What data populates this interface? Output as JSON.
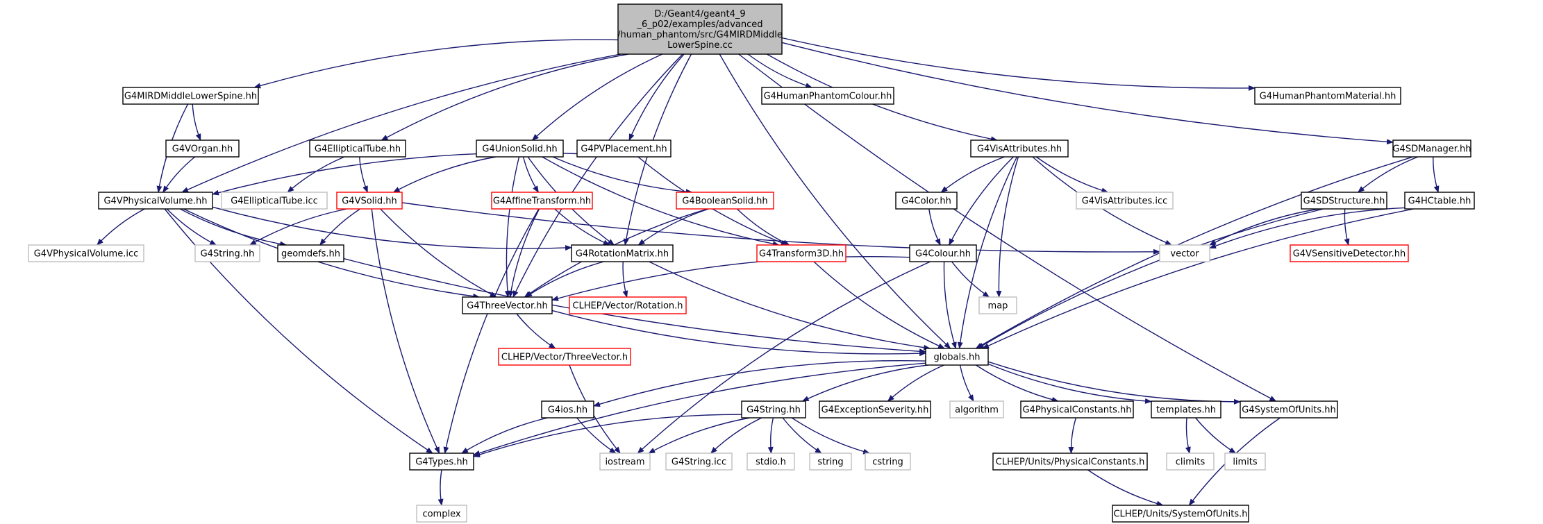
{
  "colors": {
    "background": "#ffffff",
    "edge": "#191970",
    "root_fill": "#bfbfbf",
    "root_border": "#000000",
    "documented_border": "#000000",
    "undocumented_border": "#ff0000",
    "system_border": "#bfbfbf",
    "system_text": "#000000"
  },
  "legend_kinds": [
    "root",
    "documented",
    "undocumented",
    "system"
  ],
  "nodes": [
    {
      "id": "root",
      "kind": "root",
      "lines": [
        "D:/Geant4/geant4_9",
        "_6_p02/examples/advanced",
        "/human_phantom/src/G4MIRDMiddle",
        "LowerSpine.cc"
      ]
    },
    {
      "id": "n_mirdspine",
      "kind": "documented",
      "lines": [
        "G4MIRDMiddleLowerSpine.hh"
      ]
    },
    {
      "id": "n_colour_hp",
      "kind": "documented",
      "lines": [
        "G4HumanPhantomColour.hh"
      ]
    },
    {
      "id": "n_material_hp",
      "kind": "documented",
      "lines": [
        "G4HumanPhantomMaterial.hh"
      ]
    },
    {
      "id": "n_vorgan",
      "kind": "documented",
      "lines": [
        "G4VOrgan.hh"
      ]
    },
    {
      "id": "n_elltube",
      "kind": "documented",
      "lines": [
        "G4EllipticalTube.hh"
      ]
    },
    {
      "id": "n_union",
      "kind": "documented",
      "lines": [
        "G4UnionSolid.hh"
      ]
    },
    {
      "id": "n_pvplace",
      "kind": "documented",
      "lines": [
        "G4PVPlacement.hh"
      ]
    },
    {
      "id": "n_visattr",
      "kind": "documented",
      "lines": [
        "G4VisAttributes.hh"
      ]
    },
    {
      "id": "n_sdmgr",
      "kind": "documented",
      "lines": [
        "G4SDManager.hh"
      ]
    },
    {
      "id": "n_vpv",
      "kind": "documented",
      "lines": [
        "G4VPhysicalVolume.hh"
      ]
    },
    {
      "id": "n_elltube_icc",
      "kind": "system",
      "lines": [
        "G4EllipticalTube.icc"
      ]
    },
    {
      "id": "n_vsolid",
      "kind": "undocumented",
      "lines": [
        "G4VSolid.hh"
      ]
    },
    {
      "id": "n_affine",
      "kind": "undocumented",
      "lines": [
        "G4AffineTransform.hh"
      ]
    },
    {
      "id": "n_boolean",
      "kind": "undocumented",
      "lines": [
        "G4BooleanSolid.hh"
      ]
    },
    {
      "id": "n_color",
      "kind": "documented",
      "lines": [
        "G4Color.hh"
      ]
    },
    {
      "id": "n_visattr_icc",
      "kind": "system",
      "lines": [
        "G4VisAttributes.icc"
      ]
    },
    {
      "id": "n_sdstruct",
      "kind": "documented",
      "lines": [
        "G4SDStructure.hh"
      ]
    },
    {
      "id": "n_hctable",
      "kind": "documented",
      "lines": [
        "G4HCtable.hh"
      ]
    },
    {
      "id": "n_vpv_icc",
      "kind": "system",
      "lines": [
        "G4VPhysicalVolume.icc"
      ]
    },
    {
      "id": "n_g4string",
      "kind": "system",
      "lines": [
        "G4String.hh"
      ]
    },
    {
      "id": "n_geomdefs",
      "kind": "documented",
      "lines": [
        "geomdefs.hh"
      ]
    },
    {
      "id": "n_rotmat",
      "kind": "documented",
      "lines": [
        "G4RotationMatrix.hh"
      ]
    },
    {
      "id": "n_transform3d",
      "kind": "undocumented",
      "lines": [
        "G4Transform3D.hh"
      ]
    },
    {
      "id": "n_colour",
      "kind": "documented",
      "lines": [
        "G4Colour.hh"
      ]
    },
    {
      "id": "n_vector",
      "kind": "system",
      "lines": [
        "vector"
      ]
    },
    {
      "id": "n_vsensdet",
      "kind": "undocumented",
      "lines": [
        "G4VSensitiveDetector.hh"
      ]
    },
    {
      "id": "n_threevec",
      "kind": "documented",
      "lines": [
        "G4ThreeVector.hh"
      ]
    },
    {
      "id": "n_rotation_h",
      "kind": "undocumented",
      "lines": [
        "CLHEP/Vector/Rotation.h"
      ]
    },
    {
      "id": "n_map",
      "kind": "system",
      "lines": [
        "map"
      ]
    },
    {
      "id": "n_globals",
      "kind": "documented",
      "lines": [
        "globals.hh"
      ]
    },
    {
      "id": "n_threevector_h",
      "kind": "undocumented",
      "lines": [
        "CLHEP/Vector/ThreeVector.h"
      ]
    },
    {
      "id": "n_ios",
      "kind": "documented",
      "lines": [
        "G4ios.hh"
      ]
    },
    {
      "id": "n_g4string2",
      "kind": "documented",
      "lines": [
        "G4String.hh"
      ]
    },
    {
      "id": "n_excsev",
      "kind": "documented",
      "lines": [
        "G4ExceptionSeverity.hh"
      ]
    },
    {
      "id": "n_algorithm",
      "kind": "system",
      "lines": [
        "algorithm"
      ]
    },
    {
      "id": "n_physconst",
      "kind": "documented",
      "lines": [
        "G4PhysicalConstants.hh"
      ]
    },
    {
      "id": "n_templates",
      "kind": "documented",
      "lines": [
        "templates.hh"
      ]
    },
    {
      "id": "n_sysunits",
      "kind": "documented",
      "lines": [
        "G4SystemOfUnits.hh"
      ]
    },
    {
      "id": "n_types",
      "kind": "documented",
      "lines": [
        "G4Types.hh"
      ]
    },
    {
      "id": "n_iostream",
      "kind": "system",
      "lines": [
        "iostream"
      ]
    },
    {
      "id": "n_g4string_icc",
      "kind": "system",
      "lines": [
        "G4String.icc"
      ]
    },
    {
      "id": "n_stdio",
      "kind": "system",
      "lines": [
        "stdio.h"
      ]
    },
    {
      "id": "n_string",
      "kind": "system",
      "lines": [
        "string"
      ]
    },
    {
      "id": "n_cstring",
      "kind": "system",
      "lines": [
        "cstring"
      ]
    },
    {
      "id": "n_climits",
      "kind": "system",
      "lines": [
        "climits"
      ]
    },
    {
      "id": "n_limits",
      "kind": "system",
      "lines": [
        "limits"
      ]
    },
    {
      "id": "n_clhep_physconst",
      "kind": "documented",
      "lines": [
        "CLHEP/Units/PhysicalConstants.h"
      ]
    },
    {
      "id": "n_complex",
      "kind": "system",
      "lines": [
        "complex"
      ]
    },
    {
      "id": "n_clhep_sysunits",
      "kind": "documented",
      "lines": [
        "CLHEP/Units/SystemOfUnits.h"
      ]
    }
  ],
  "edges": [
    [
      "root",
      "n_mirdspine"
    ],
    [
      "root",
      "n_vpv"
    ],
    [
      "root",
      "n_elltube"
    ],
    [
      "root",
      "n_threevec"
    ],
    [
      "root",
      "n_union"
    ],
    [
      "root",
      "n_pvplace"
    ],
    [
      "root",
      "n_rotmat"
    ],
    [
      "root",
      "n_colour_hp"
    ],
    [
      "root",
      "n_visattr"
    ],
    [
      "root",
      "n_globals"
    ],
    [
      "root",
      "n_material_hp"
    ],
    [
      "root",
      "n_sdmgr"
    ],
    [
      "root",
      "n_sysunits"
    ],
    [
      "n_mirdspine",
      "n_vorgan"
    ],
    [
      "n_mirdspine",
      "n_vpv"
    ],
    [
      "n_vorgan",
      "n_vpv"
    ],
    [
      "n_elltube",
      "n_elltube_icc"
    ],
    [
      "n_elltube",
      "n_vsolid"
    ],
    [
      "n_union",
      "n_vsolid"
    ],
    [
      "n_union",
      "n_affine"
    ],
    [
      "n_union",
      "n_boolean"
    ],
    [
      "n_union",
      "n_transform3d"
    ],
    [
      "n_union",
      "n_rotmat"
    ],
    [
      "n_union",
      "n_threevec"
    ],
    [
      "n_pvplace",
      "n_vpv"
    ],
    [
      "n_pvplace",
      "n_transform3d"
    ],
    [
      "n_visattr",
      "n_color"
    ],
    [
      "n_visattr",
      "n_colour"
    ],
    [
      "n_visattr",
      "n_visattr_icc"
    ],
    [
      "n_visattr",
      "n_vector"
    ],
    [
      "n_visattr",
      "n_map"
    ],
    [
      "n_visattr",
      "n_globals"
    ],
    [
      "n_sdmgr",
      "n_sdstruct"
    ],
    [
      "n_sdmgr",
      "n_hctable"
    ],
    [
      "n_sdmgr",
      "n_globals"
    ],
    [
      "n_vpv",
      "n_vpv_icc"
    ],
    [
      "n_vpv",
      "n_g4string"
    ],
    [
      "n_vpv",
      "n_geomdefs"
    ],
    [
      "n_vpv",
      "n_rotmat"
    ],
    [
      "n_vpv",
      "n_threevec"
    ],
    [
      "n_vpv",
      "n_types"
    ],
    [
      "n_vsolid",
      "n_g4string"
    ],
    [
      "n_vsolid",
      "n_geomdefs"
    ],
    [
      "n_vsolid",
      "n_threevec"
    ],
    [
      "n_vsolid",
      "n_vector"
    ],
    [
      "n_vsolid",
      "n_types"
    ],
    [
      "n_affine",
      "n_rotmat"
    ],
    [
      "n_affine",
      "n_threevec"
    ],
    [
      "n_affine",
      "n_types"
    ],
    [
      "n_boolean",
      "n_rotmat"
    ],
    [
      "n_boolean",
      "n_transform3d"
    ],
    [
      "n_boolean",
      "n_threevec"
    ],
    [
      "n_color",
      "n_colour"
    ],
    [
      "n_sdstruct",
      "n_vector"
    ],
    [
      "n_sdstruct",
      "n_vsensdet"
    ],
    [
      "n_sdstruct",
      "n_globals"
    ],
    [
      "n_hctable",
      "n_vector"
    ],
    [
      "n_hctable",
      "n_globals"
    ],
    [
      "n_geomdefs",
      "n_globals"
    ],
    [
      "n_rotmat",
      "n_threevec"
    ],
    [
      "n_rotmat",
      "n_rotation_h"
    ],
    [
      "n_rotmat",
      "n_globals"
    ],
    [
      "n_transform3d",
      "n_globals"
    ],
    [
      "n_colour",
      "n_threevec"
    ],
    [
      "n_colour",
      "n_map"
    ],
    [
      "n_colour",
      "n_globals"
    ],
    [
      "n_colour",
      "n_iostream"
    ],
    [
      "n_threevec",
      "n_threevector_h"
    ],
    [
      "n_threevec",
      "n_globals"
    ],
    [
      "n_threevector_h",
      "n_iostream"
    ],
    [
      "n_globals",
      "n_types"
    ],
    [
      "n_globals",
      "n_ios"
    ],
    [
      "n_globals",
      "n_g4string2"
    ],
    [
      "n_globals",
      "n_excsev"
    ],
    [
      "n_globals",
      "n_algorithm"
    ],
    [
      "n_globals",
      "n_physconst"
    ],
    [
      "n_globals",
      "n_templates"
    ],
    [
      "n_globals",
      "n_sysunits"
    ],
    [
      "n_ios",
      "n_types"
    ],
    [
      "n_ios",
      "n_iostream"
    ],
    [
      "n_g4string2",
      "n_types"
    ],
    [
      "n_g4string2",
      "n_iostream"
    ],
    [
      "n_g4string2",
      "n_g4string_icc"
    ],
    [
      "n_g4string2",
      "n_stdio"
    ],
    [
      "n_g4string2",
      "n_string"
    ],
    [
      "n_g4string2",
      "n_cstring"
    ],
    [
      "n_physconst",
      "n_clhep_physconst"
    ],
    [
      "n_templates",
      "n_climits"
    ],
    [
      "n_templates",
      "n_limits"
    ],
    [
      "n_clhep_physconst",
      "n_clhep_sysunits"
    ],
    [
      "n_sysunits",
      "n_clhep_sysunits"
    ],
    [
      "n_types",
      "n_complex"
    ]
  ]
}
